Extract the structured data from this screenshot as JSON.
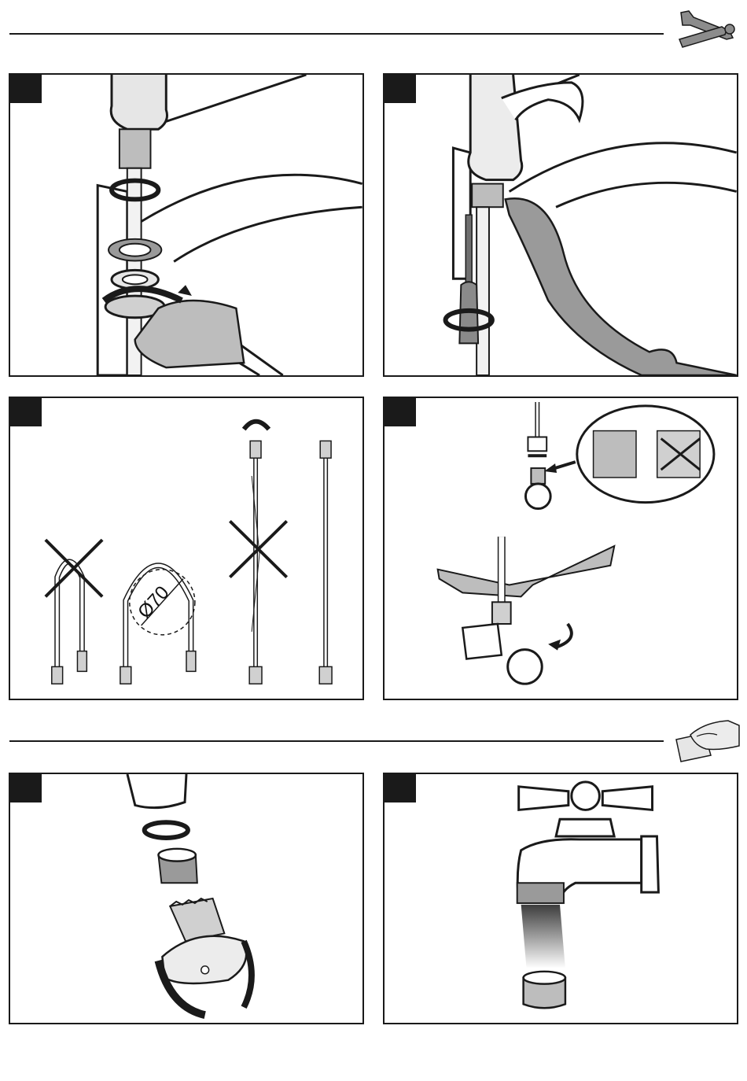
{
  "sections": [
    {
      "name": "installation",
      "icon": "wrench-screwdriver-icon"
    },
    {
      "name": "cleaning",
      "icon": "hand-cloth-icon"
    }
  ],
  "panels": [
    {
      "id": "mount-faucet",
      "step": ""
    },
    {
      "id": "tighten-mounting-nut",
      "step": ""
    },
    {
      "id": "supply-hoses",
      "step": "",
      "dimension": "Ø70"
    },
    {
      "id": "connect-supply",
      "step": ""
    },
    {
      "id": "remove-aerator",
      "step": ""
    },
    {
      "id": "rinse-aerator",
      "step": ""
    }
  ],
  "colors": {
    "ink": "#1a1a1a",
    "shade": "#9a9a9a",
    "light": "#d9d9d9"
  }
}
